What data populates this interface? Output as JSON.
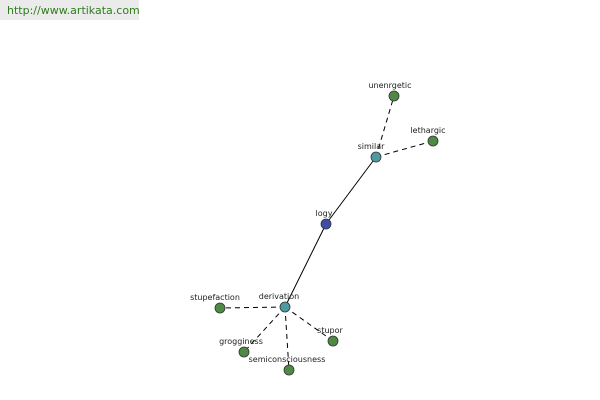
{
  "watermark": {
    "url": "http://www.artikata.com"
  },
  "colors": {
    "center": "#3c4fa8",
    "relation": "#4f9aa0",
    "leaf": "#4f8a45"
  },
  "graph": {
    "center": {
      "label": "logy"
    },
    "relations": [
      {
        "label": "similar",
        "leaves": [
          "unenrgetic",
          "lethargic"
        ]
      },
      {
        "label": "derivation",
        "leaves": [
          "stupefaction",
          "grogginess",
          "semiconsciousness",
          "stupor"
        ]
      }
    ]
  }
}
